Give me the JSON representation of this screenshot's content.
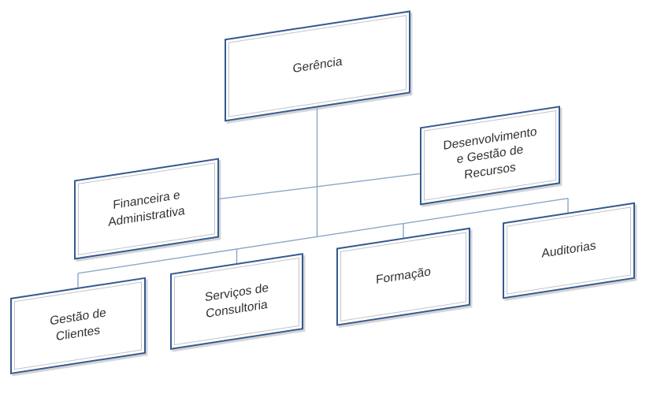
{
  "diagram": {
    "type": "org-chart",
    "language": "pt",
    "nodes": [
      {
        "id": "gerencia",
        "label": "Gerência",
        "level": 1
      },
      {
        "id": "financeira",
        "label": "Financeira e\nAdministrativa",
        "level": 2
      },
      {
        "id": "desenvolvimento",
        "label": "Desenvolvimento\ne Gestão de\nRecursos",
        "level": 2
      },
      {
        "id": "gestao-clientes",
        "label": "Gestão de\nClientes",
        "level": 3
      },
      {
        "id": "servicos",
        "label": "Serviços de\nConsultoria",
        "level": 3
      },
      {
        "id": "formacao",
        "label": "Formação",
        "level": 3
      },
      {
        "id": "auditorias",
        "label": "Auditorias",
        "level": 3
      }
    ],
    "colors": {
      "box_border": "#35598f",
      "box_inner_border": "#c3c3c3",
      "box_fill": "#ffffff",
      "connector": "#8ba6c7",
      "text": "#303030",
      "background": "#ffffff"
    }
  }
}
